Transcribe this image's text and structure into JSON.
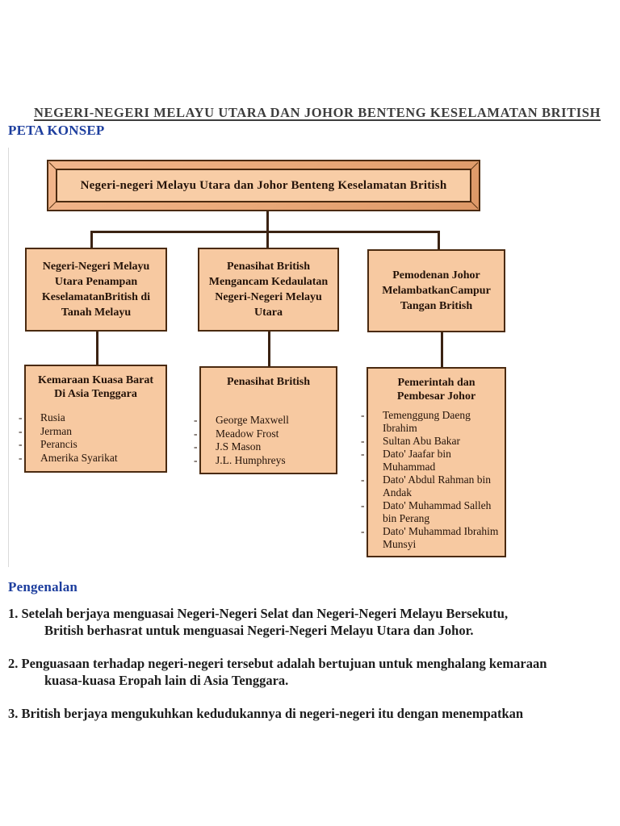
{
  "colors": {
    "heading_blue": "#1d3e9e",
    "title_gray": "#3d3d3d",
    "box_fill": "#f7c9a1",
    "box_border": "#4a2a10",
    "banner_frame_band": "#e9a878",
    "banner_inner_fill": "#f8cda6",
    "connector_brown": "#3b2313",
    "body_text": "#1c1c1c"
  },
  "header": {
    "title": "NEGERI-NEGERI MELAYU UTARA DAN JOHOR BENTENG KESELAMATAN BRITISH",
    "section_label": "PETA KONSEP"
  },
  "diagram": {
    "root_label": "Negeri-negeri Melayu Utara dan Johor Benteng Keselamatan British",
    "list_marker": "-",
    "level2": [
      {
        "label": "Negeri-Negeri Melayu Utara Penampan KeselamatanBritish di Tanah Melayu",
        "lines": [
          "Negeri-Negeri Melayu",
          "Utara Penampan",
          "KeselamatanBritish di",
          "Tanah Melayu"
        ]
      },
      {
        "label": "Penasihat British Mengancam Kedaulatan Negeri-Negeri Melayu Utara",
        "lines": [
          "Penasihat British",
          "Mengancam Kedaulatan",
          "Negeri-Negeri Melayu",
          "Utara"
        ]
      },
      {
        "label": "Pemodenan Johor MelambatkanCampur Tangan British",
        "lines": [
          "Pemodenan Johor",
          "MelambatkanCampur",
          "Tangan British"
        ]
      }
    ],
    "level3": [
      {
        "title_lines": [
          "Kemaraan Kuasa Barat",
          "Di Asia Tenggara"
        ],
        "items": [
          "Rusia",
          "Jerman",
          "Perancis",
          "Amerika Syarikat"
        ]
      },
      {
        "title_lines": [
          "Penasihat British",
          ""
        ],
        "items": [
          "George Maxwell",
          "Meadow Frost",
          "J.S Mason",
          "J.L. Humphreys"
        ]
      },
      {
        "title_lines": [
          "Pemerintah dan",
          "Pembesar Johor"
        ],
        "items": [
          "Temenggung Daeng Ibrahim",
          "Sultan Abu Bakar",
          "Dato' Jaafar bin Muhammad",
          "Dato' Abdul Rahman bin Andak",
          "Dato' Muhammad Salleh bin Perang",
          "Dato' Muhammad Ibrahim Munsyi"
        ]
      }
    ]
  },
  "content": {
    "heading": "Pengenalan",
    "paragraphs": [
      {
        "number": "1.",
        "line1": "Setelah berjaya menguasai Negeri-Negeri Selat dan Negeri-Negeri Melayu Bersekutu,",
        "line2": "British berhasrat untuk menguasai Negeri-Negeri Melayu Utara dan Johor."
      },
      {
        "number": "2.",
        "line1": "Penguasaan terhadap negeri-negeri tersebut adalah bertujuan untuk menghalang kemaraan",
        "line2": "kuasa-kuasa Eropah lain di Asia Tenggara."
      },
      {
        "number": "3.",
        "line1": "British berjaya mengukuhkan kedudukannya di negeri-negeri itu dengan menempatkan",
        "line2": ""
      }
    ]
  }
}
